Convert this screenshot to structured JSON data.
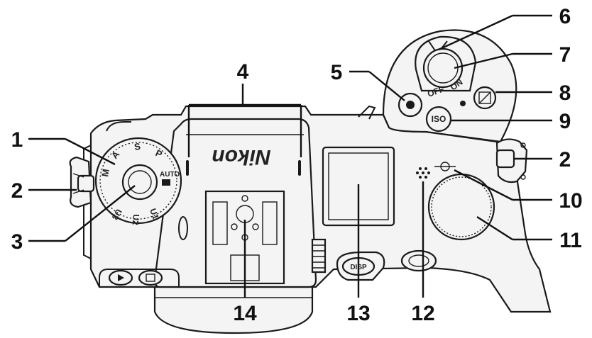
{
  "figure": {
    "brand_logo_text": "Nikon",
    "mode_dial": {
      "modes": [
        "M",
        "A",
        "S",
        "P",
        "AUTO",
        "U1",
        "U2",
        "U3"
      ]
    },
    "switch": {
      "off_label": "OFF",
      "on_label": "ON"
    },
    "iso_button_label": "ISO",
    "disp_button_label": "DISP",
    "bottom_buttons": [
      "play-icon",
      "trash-icon"
    ],
    "icons": [
      "record-dot-icon",
      "exposure-compensation-icon",
      "focal-plane-mark-icon",
      "shutter-button",
      "speaker-grille"
    ]
  },
  "callouts": [
    {
      "id": "c1",
      "text": "1"
    },
    {
      "id": "c2-left",
      "text": "2"
    },
    {
      "id": "c3",
      "text": "3"
    },
    {
      "id": "c4",
      "text": "4"
    },
    {
      "id": "c5",
      "text": "5"
    },
    {
      "id": "c6",
      "text": "6"
    },
    {
      "id": "c7",
      "text": "7"
    },
    {
      "id": "c8",
      "text": "8"
    },
    {
      "id": "c9",
      "text": "9"
    },
    {
      "id": "c2-right",
      "text": "2"
    },
    {
      "id": "c10",
      "text": "10"
    },
    {
      "id": "c11",
      "text": "11"
    },
    {
      "id": "c12",
      "text": "12"
    },
    {
      "id": "c13",
      "text": "13"
    },
    {
      "id": "c14",
      "text": "14"
    }
  ]
}
